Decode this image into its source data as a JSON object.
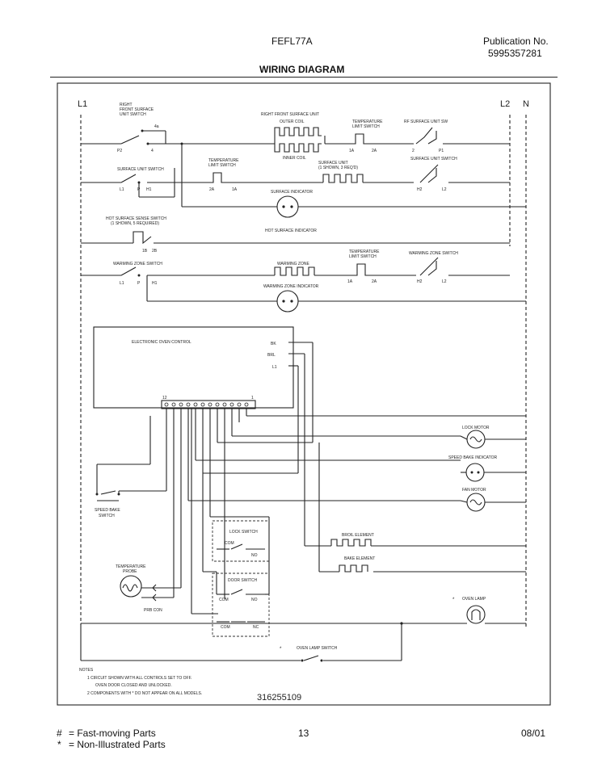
{
  "header": {
    "model": "FEFL77A",
    "publication_label": "Publication No.",
    "publication_number": "5995357281",
    "diagram_title": "WIRING DIAGRAM"
  },
  "rails": {
    "l1": "L1",
    "l2": "L2",
    "n": "N"
  },
  "components": {
    "right_front_switch_1": "RIGHT",
    "right_front_switch_2": "FRONT SURFACE",
    "right_front_switch_3": "UNIT SWITCH",
    "rf_unit": "RIGHT FRONT SURFACE UNIT",
    "outer_coil": "OUTER COIL",
    "inner_coil": "INNER COIL",
    "temp_limit_1a": "TEMPERATURE",
    "temp_limit_1b": "LIMIT SWITCH",
    "rf_surface_unit_sw": "RF SURFACE UNIT SW",
    "surface_unit_switch_left": "SURFACE UNIT SWITCH",
    "temp_limit_2a": "TEMPERATURE",
    "temp_limit_2b": "LIMIT SWITCH",
    "surface_unit_a": "SURFACE UNIT",
    "surface_unit_b": "(1 SHOWN, 3 REQ'D)",
    "surface_unit_switch_right": "SURFACE UNIT SWITCH",
    "surface_indicator": "SURFACE INDICATOR",
    "hot_sense_1": "HOT SURFACE SENSE SWITCH",
    "hot_sense_2": "(1 SHOWN, 5 REQUIRED)",
    "hot_surface_indicator": "HOT SURFACE INDICATOR",
    "warming_zone_switch_left": "WARMING ZONE SWITCH",
    "warming_zone": "WARMING ZONE",
    "temp_limit_3a": "TEMPERATURE",
    "temp_limit_3b": "LIMIT SWITCH",
    "warming_zone_switch_right": "WARMING ZONE SWITCH",
    "warming_zone_indicator": "WARMING ZONE INDICATOR",
    "eoc": "ELECTRONIC OVEN CONTROL",
    "bk": "BK",
    "brl": "BRL",
    "l1_tap": "L1",
    "lock_motor": "LOCK MOTOR",
    "speed_bake_indicator": "SPEED BAKE INDICATOR",
    "fan_motor": "FAN MOTOR",
    "speed_bake_switch_1": "SPEED BAKE",
    "speed_bake_switch_2": "SWITCH",
    "lock_switch": "LOCK SWITCH",
    "com": "COM",
    "no": "NO",
    "nc": "NC",
    "broil_element": "BROIL ELEMENT",
    "bake_element": "BAKE ELEMENT",
    "temp_probe_1": "TEMPERATURE",
    "temp_probe_2": "PROBE",
    "prb_con": "PRB CON",
    "door_switch": "DOOR SWITCH",
    "oven_lamp": "OVEN LAMP",
    "oven_lamp_switch": "OVEN LAMP SWITCH",
    "star": "*",
    "pin_12": "12",
    "pin_1": "1"
  },
  "terminals": {
    "p2": "P2",
    "t4": "4",
    "t4a": "4a",
    "t1a": "1A",
    "t2a": "2A",
    "t2": "2",
    "tp1": "P1",
    "l1s": "L1",
    "ps": "P",
    "h1": "H1",
    "h2": "H2",
    "l2s": "L2",
    "t1b": "1B",
    "t2b": "2B"
  },
  "notes": {
    "heading": "NOTES",
    "n1": "1   CIRCUIT SHOWN WITH ALL CONTROLS SET TO OFF.",
    "n1b": "OVEN DOOR CLOSED AND UNLOCKED.",
    "n2": "2   COMPONENTS WITH  * DO NOT APPEAR ON ALL MODELS."
  },
  "part_number": "316255109",
  "footer": {
    "fast_symbol": "#",
    "fast_text": "= Fast-moving Parts",
    "non_symbol": "*",
    "non_text": "= Non-Illustrated Parts",
    "page": "13",
    "date": "08/01"
  }
}
